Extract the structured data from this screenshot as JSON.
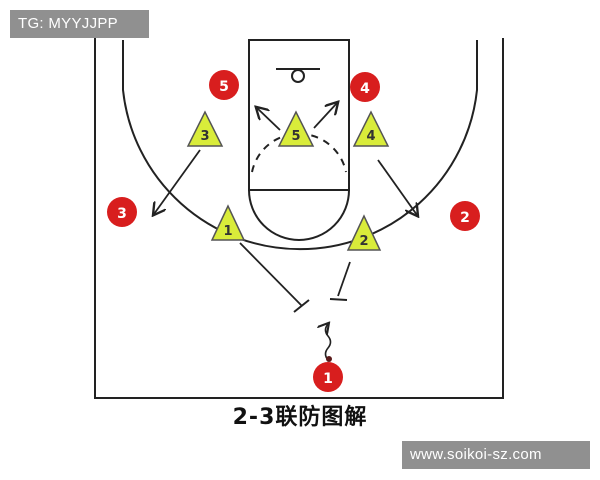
{
  "watermark_top": "TG: MYYJJPP",
  "caption": "2-3联防图解",
  "watermark_bottom": "www.soikoi-sz.com",
  "colors": {
    "offense_fill": "#d81e1e",
    "defense_fill": "#d9ec3a",
    "line": "#222222"
  },
  "offense_players": [
    {
      "label": "1"
    },
    {
      "label": "2"
    },
    {
      "label": "3"
    },
    {
      "label": "4"
    },
    {
      "label": "5"
    }
  ],
  "defense_players": [
    {
      "label": "1"
    },
    {
      "label": "2"
    },
    {
      "label": "3"
    },
    {
      "label": "4"
    },
    {
      "label": "5"
    }
  ]
}
